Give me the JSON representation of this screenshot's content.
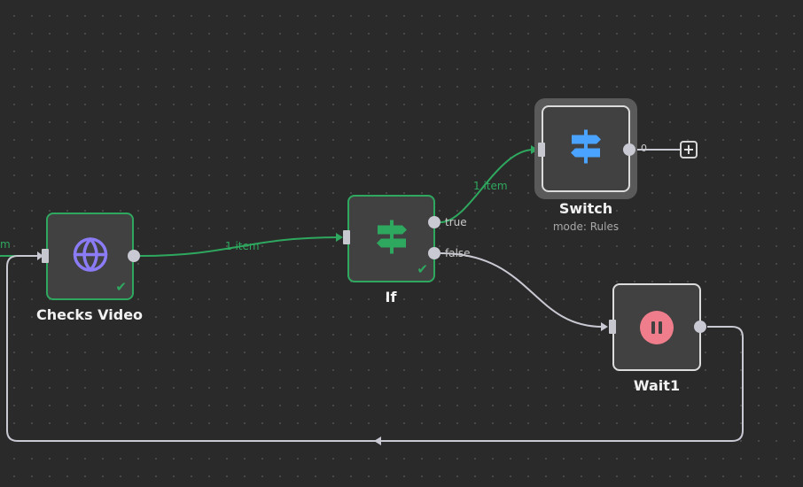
{
  "nodes": {
    "checks_video": {
      "name": "Checks Video",
      "icon": "globe-icon",
      "status": "success"
    },
    "if": {
      "name": "If",
      "icon": "signpost-icon",
      "status": "success",
      "outputs": [
        "true",
        "false"
      ]
    },
    "switch": {
      "name": "Switch",
      "subtitle": "mode: Rules",
      "icon": "signpost-icon",
      "outputs": [
        "0"
      ]
    },
    "wait1": {
      "name": "Wait1",
      "icon": "pause-icon"
    }
  },
  "edges": {
    "checks_video_to_if": {
      "label": "1 item"
    },
    "if_true_to_switch": {
      "label": "1 item"
    },
    "incoming_partial": {
      "label": "m"
    }
  },
  "colors": {
    "canvas_background": "#2a2a2a",
    "node_background": "#414141",
    "success_green": "#2fa85f",
    "connection_gray": "#c9c9d3",
    "globe_purple": "#8b7cf6",
    "switch_blue": "#4aa3ff",
    "wait_pink": "#f07d8c"
  }
}
